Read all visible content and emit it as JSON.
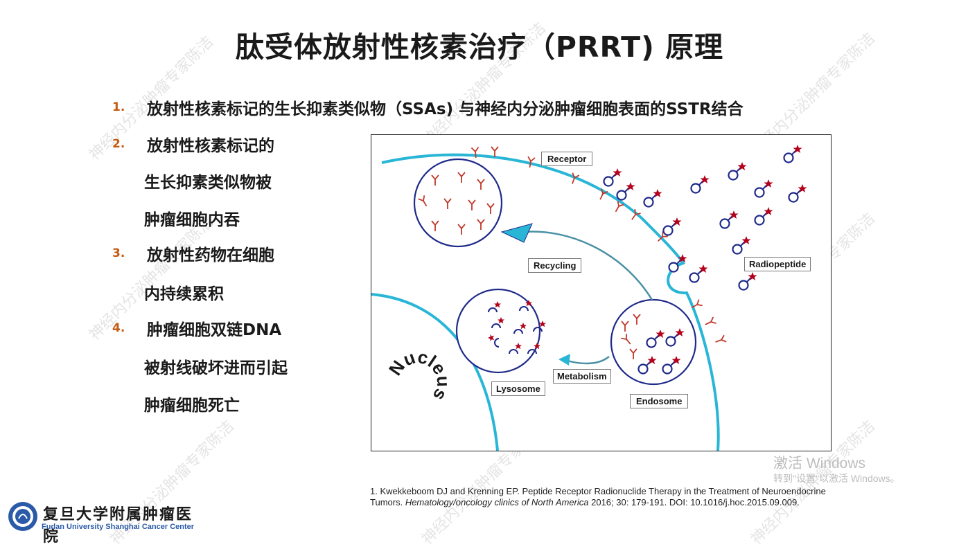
{
  "slide": {
    "title": "肽受体放射性核素治疗（PRRT) 原理",
    "items": [
      {
        "num": "1.",
        "lines": [
          "放射性核素标记的生长抑素类似物（SSAs) 与神经内分泌肿瘤细胞表面的SSTR结合"
        ]
      },
      {
        "num": "2.",
        "lines": [
          "放射性核素标记的",
          "生长抑素类似物被",
          "肿瘤细胞内吞"
        ]
      },
      {
        "num": "3.",
        "lines": [
          "放射性药物在细胞",
          "内持续累积"
        ]
      },
      {
        "num": "4.",
        "lines": [
          "肿瘤细胞双链DNA",
          "被射线破坏进而引起",
          "肿瘤细胞死亡"
        ]
      }
    ],
    "watermark": "神经内分泌肿瘤专家陈洁"
  },
  "figure": {
    "labels": {
      "receptor": "Receptor",
      "recycling": "Recycling",
      "radiopeptide": "Radiopeptide",
      "metabolism": "Metabolism",
      "lysosome": "Lysosome",
      "endosome": "Endosome",
      "nucleus": "Nucleus"
    },
    "colors": {
      "membrane": "#29b6d6",
      "receptor": "#c0392b",
      "vesicle": "#1f2a8a",
      "star": "#b3001b",
      "arrow": "#4a90a4"
    }
  },
  "reference": {
    "prefix": "1. Kwekkeboom DJ and Krenning EP. Peptide Receptor Radionuclide Therapy in the Treatment of Neuroendocrine Tumors. ",
    "journal": "Hematology/oncology clinics of North America",
    "suffix": " 2016; 30: 179-191. DOI: 10.1016/j.hoc.2015.09.009."
  },
  "activation": {
    "line1": "激活 Windows",
    "line2": "转到\"设置\"以激活 Windows。"
  },
  "logo": {
    "cn": "复旦大学附属肿瘤医院",
    "en": "Fudan University Shanghai Cancer Center"
  }
}
